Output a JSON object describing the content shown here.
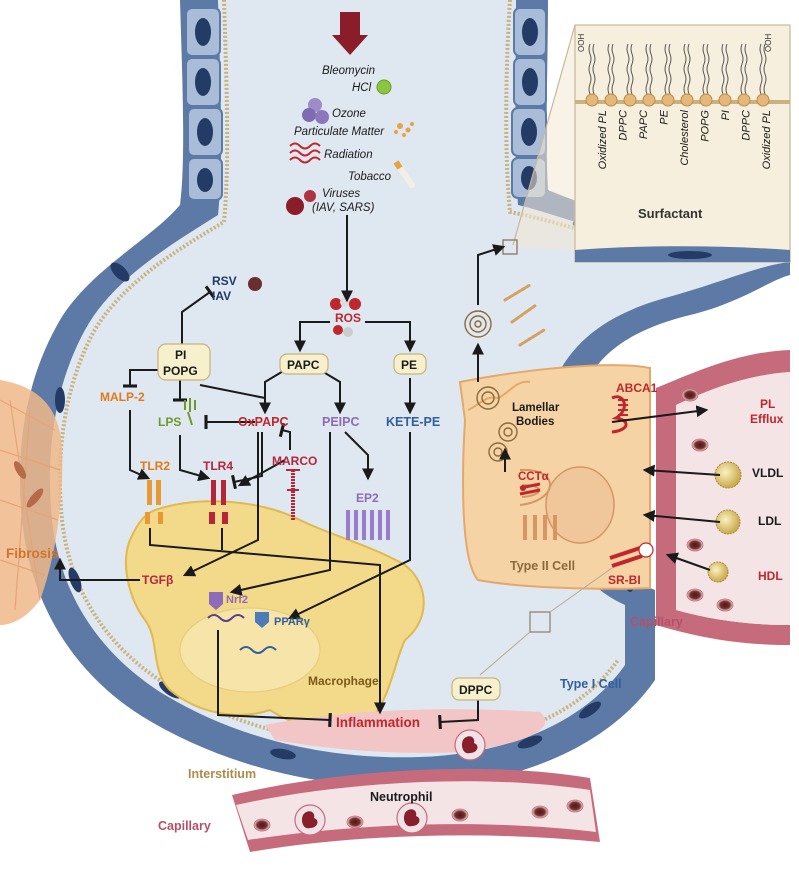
{
  "stimuli": {
    "bleomycin": "Bleomycin",
    "hcl": "HCl",
    "ozone": "Ozone",
    "pm": "Particulate Matter",
    "radiation": "Radiation",
    "tobacco": "Tobacco",
    "viruses": "Viruses",
    "viruses_sub": "(IAV, SARS)"
  },
  "surfactant": {
    "label": "Surfactant",
    "lipids": [
      "Oxidized PL",
      "DPPC",
      "PAPC",
      "PE",
      "Cholesterol",
      "POPG",
      "PI",
      "DPPC",
      "Oxidized PL"
    ],
    "ooh_left": "OOH",
    "ooh_right": "OOH"
  },
  "nodes": {
    "ros": "ROS",
    "rsv": "RSV",
    "iav": "IAV",
    "pi": "PI",
    "popg": "POPG",
    "papc": "PAPC",
    "pe": "PE",
    "malp2": "MALP-2",
    "lps": "LPS",
    "oxpapc": "OxPAPC",
    "peipc": "PEIPC",
    "ketepe": "KETE-PE",
    "tlr2": "TLR2",
    "tlr4": "TLR4",
    "marco": "MARCO",
    "ep2": "EP2",
    "tgfb": "TGFβ",
    "nrf2": "Nrf2",
    "pparg": "PPARγ",
    "macrophage": "Macrophage",
    "inflammation": "Inflammation",
    "dppc": "DPPC",
    "fibrosis": "Fibrosis",
    "type1": "Type I Cell",
    "type2": "Type II Cell",
    "lamellar1": "Lamellar",
    "lamellar2": "Bodies",
    "cctalpha": "CCTα",
    "abca1": "ABCA1",
    "pl_efflux1": "PL",
    "pl_efflux2": "Efflux",
    "vldl": "VLDL",
    "ldl": "LDL",
    "hdl": "HDL",
    "srbi": "SR-BI",
    "capillary_right": "Capillary",
    "interstitium": "Interstitium",
    "neutrophil": "Neutrophil",
    "capillary_bottom": "Capillary"
  },
  "colors": {
    "alveolus_fill": "#dfe7f1",
    "epithelium": "#5d7aa6",
    "nucleus": "#243b66",
    "ros_red": "#c0272d",
    "arrow": "#1a1a1a",
    "orange_label": "#e07b1a",
    "green_label": "#6f9a2a",
    "purple_label": "#8d6bb8",
    "blue_label": "#2f5f9e",
    "macrophage": "#f3d98a",
    "type2_cell": "#f5d3a5",
    "capillary": "#c66b7c",
    "fibrosis": "#f0b98a",
    "inflammation": "#f2c5c6"
  },
  "icons": [
    "down-arrow-icon",
    "virus-icon",
    "ozone-molecule-icon",
    "particle-icon",
    "radiation-wave-icon",
    "cigarette-icon",
    "ros-molecule-icon",
    "receptor-icon",
    "lamellar-body-icon",
    "lipoprotein-icon",
    "red-blood-cell-icon",
    "neutrophil-icon"
  ]
}
